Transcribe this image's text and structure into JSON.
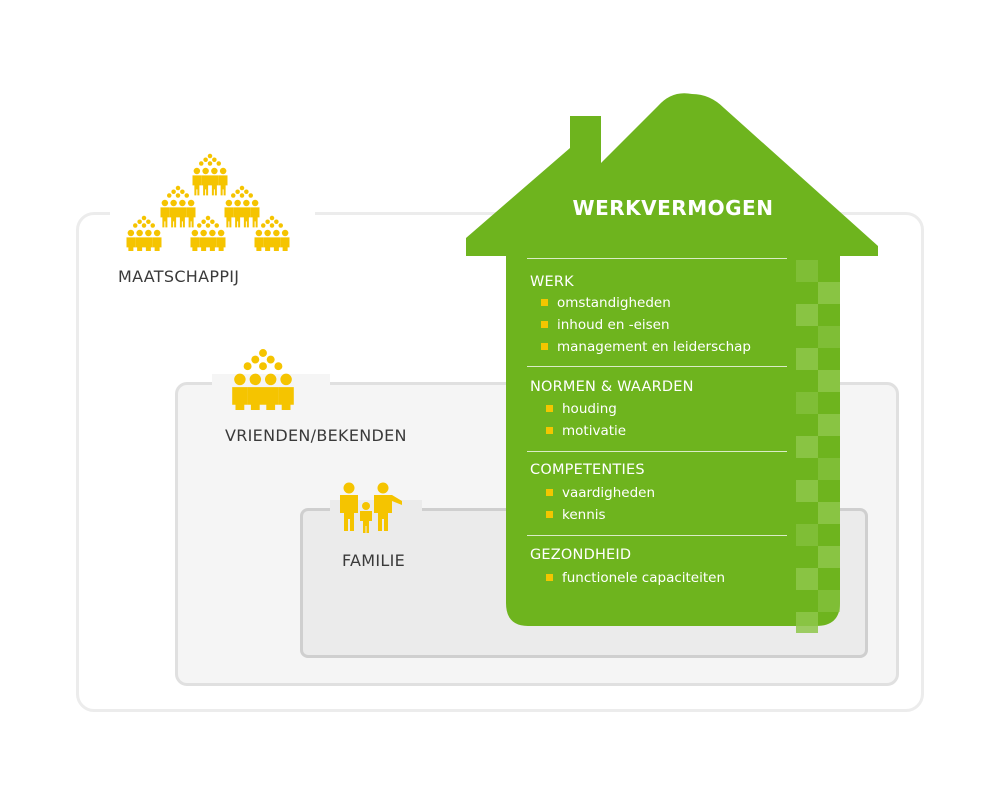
{
  "title": "WERKVERMOGEN",
  "levels": [
    {
      "label": "MAATSCHAPPIJ",
      "icon": "crowd-icon"
    },
    {
      "label": "VRIENDEN/BEKENDEN",
      "icon": "group-icon"
    },
    {
      "label": "FAMILIE",
      "icon": "family-icon"
    }
  ],
  "sections": [
    {
      "title": "WERK",
      "items": [
        "omstandigheden",
        "inhoud en -eisen",
        "management en leiderschap"
      ]
    },
    {
      "title": "NORMEN & WAARDEN",
      "items": [
        "houding",
        "motivatie"
      ]
    },
    {
      "title": "COMPETENTIES",
      "items": [
        "vaardigheden",
        "kennis"
      ]
    },
    {
      "title": "GEZONDHEID",
      "items": [
        "functionele capaciteiten"
      ]
    }
  ],
  "colors": {
    "house_green": "#6eb41e",
    "house_light_square": "#8ec74a",
    "bullet_yellow": "#f3c600",
    "people_yellow": "#f5c400",
    "text_dark": "#3a3a3a"
  }
}
